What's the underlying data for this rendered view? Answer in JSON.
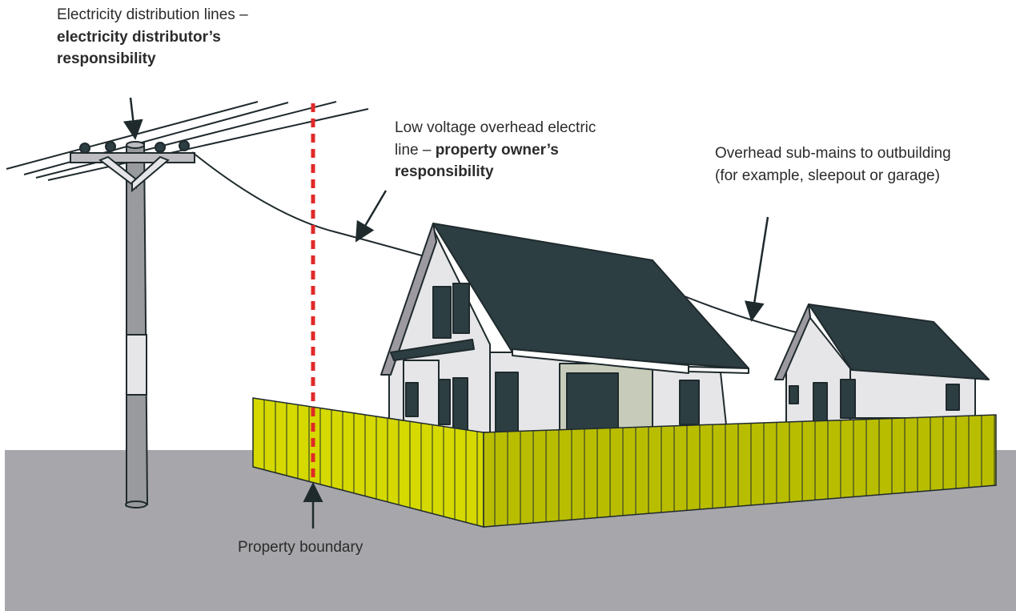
{
  "labels": {
    "distribution": {
      "normal": "Electricity distribution lines – ",
      "bold": "electricity distributor’s responsibility"
    },
    "low_voltage": {
      "normal": "Low voltage overhead electric line – ",
      "bold": "property owner’s responsibility"
    },
    "sub_mains": {
      "normal": "Overhead sub-mains to outbuilding (for example, sleepout or garage)"
    },
    "boundary": {
      "normal": "Property boundary"
    }
  },
  "colors": {
    "ground": "#a7a6ab",
    "fence_side": "#d5d900",
    "fence_front": "#b9bd00",
    "roof": "#2d3e42",
    "wall": "#e6e6e8",
    "boundary_line": "#e02a28",
    "outline": "#1f2a2d"
  }
}
